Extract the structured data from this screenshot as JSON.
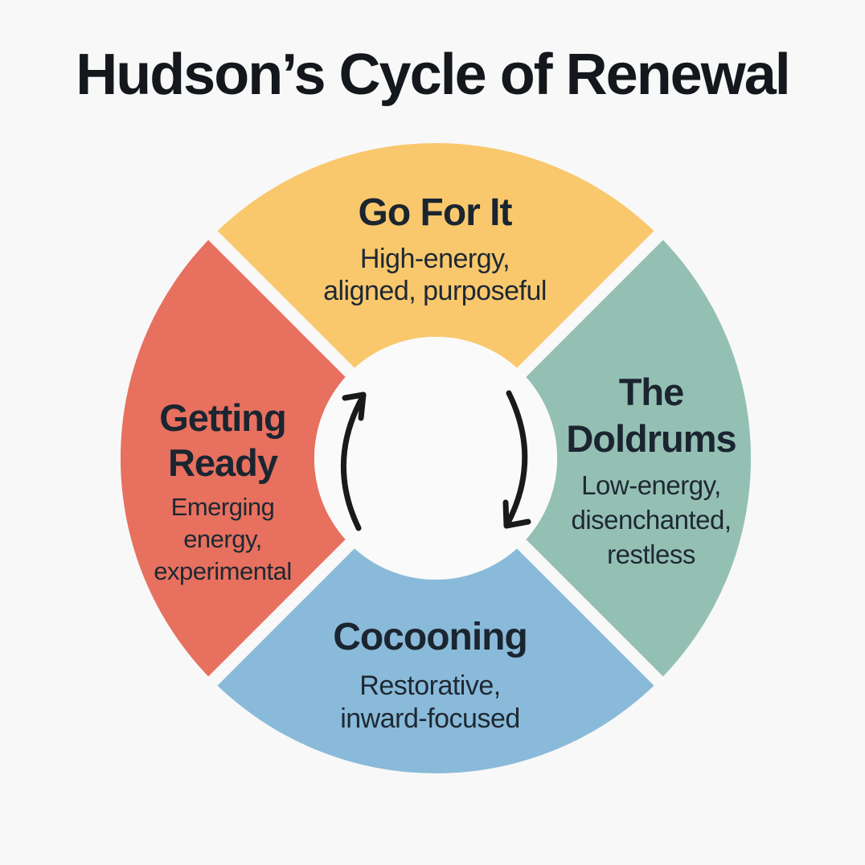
{
  "title": "Hudson’s Cycle of Renewal",
  "diagram": {
    "type": "cycle",
    "direction": "clockwise",
    "palette": {
      "background": "#F8F8F8",
      "inner_circle": "#FAFAFA",
      "divider_gap": "#F8F8F8",
      "arrow": "#1A1A1A",
      "heading_text": "#1B2530",
      "body_text": "#1E2833",
      "title_text": "#14181D"
    },
    "stages": [
      {
        "position": "top",
        "name": "Go For It",
        "traits": "High-energy,\naligned, purposeful",
        "color": "#F9C86D"
      },
      {
        "position": "right",
        "name": "The\nDoldrums",
        "traits": "Low-energy,\ndisenchanted,\nrestless",
        "color": "#94C0B3"
      },
      {
        "position": "bottom",
        "name": "Cocooning",
        "traits": "Restorative,\ninward-focused",
        "color": "#8ABAD9"
      },
      {
        "position": "left",
        "name": "Getting\nReady",
        "traits": "Emerging\nenergy,\nexperimental",
        "color": "#E7705F"
      }
    ]
  }
}
